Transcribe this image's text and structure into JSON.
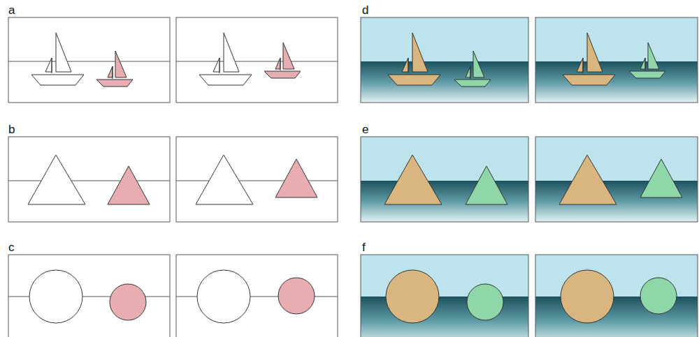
{
  "diagram": {
    "labels": [
      "a",
      "b",
      "c",
      "d",
      "e",
      "f"
    ]
  }
}
